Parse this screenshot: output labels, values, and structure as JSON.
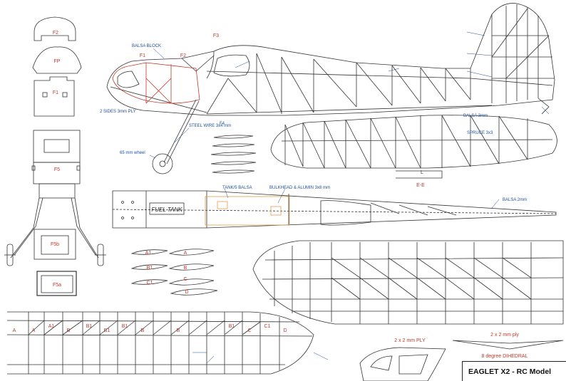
{
  "title": "EAGLET X2 - RC Model",
  "formers": {
    "f2": "F2",
    "fp": "FP",
    "f1": "F1",
    "f5": "F5",
    "f5b": "F5b",
    "f5a": "F5a"
  },
  "fuselage": {
    "f1": "F1",
    "f2": "F2",
    "f3": "F3",
    "balsa_block": "BALSA BLOCK",
    "ply_note": "2 SIDES 3mm PLY",
    "wheel": "65 mm wheel",
    "steel_wire": "STEEL WIRE 3x4 mm",
    "f4": "F4"
  },
  "stab": {
    "section": "E-E",
    "rib_l": "L",
    "balsa": "BALSA 3mm",
    "spruce": "SPRUCE 3x3"
  },
  "fuselage_top": {
    "fuel_tank": "FUEL TANK",
    "balsa_2mm": "BALSA 2mm",
    "tank_note": "TANK/5 BALSA",
    "ply_note": "BULKHEAD & ALUMIN 3x8 mm"
  },
  "ribs": {
    "a1": "A1",
    "a": "A",
    "b1": "B1",
    "b": "B",
    "c1": "C1",
    "c": "C",
    "d": "D"
  },
  "wing_ribs": [
    "A",
    "A",
    "A1",
    "B",
    "B1",
    "B1",
    "B1",
    "B",
    "B",
    "B1",
    "C",
    "C1",
    "D"
  ],
  "dihedral": {
    "ply1": "2 x 2 mm PLY",
    "ply2": "2 x 2 mm ply",
    "degree": "8 degree DIHEDRAL"
  },
  "colors": {
    "line": "#333333",
    "red": "#c0392b",
    "blue": "#1f4e9e",
    "orange": "#e59b4a"
  }
}
